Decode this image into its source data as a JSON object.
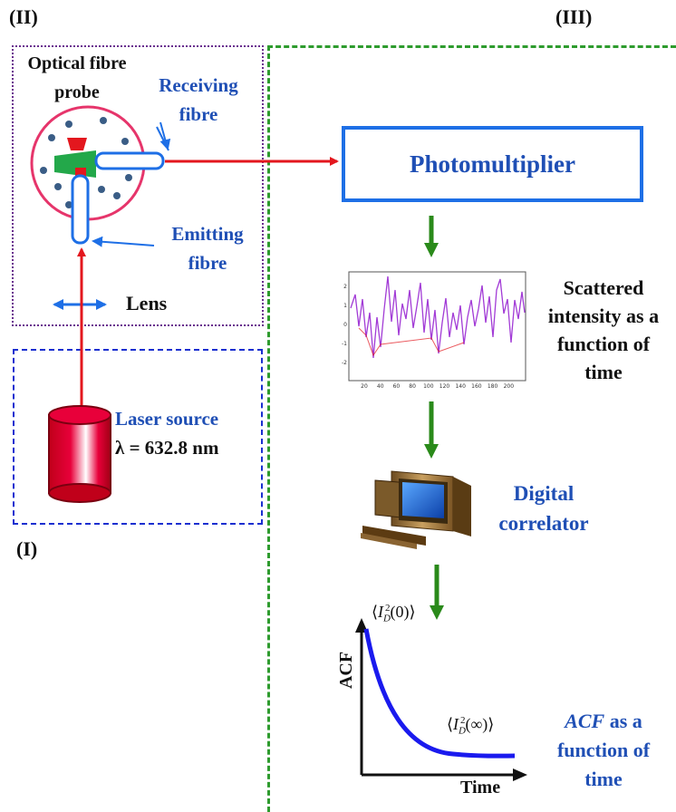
{
  "labels": {
    "section_ii": "(II)",
    "section_iii": "(III)",
    "section_i": "(I)",
    "probe_title_1": "Optical fibre",
    "probe_title_2": "probe",
    "receiving_1": "Receiving",
    "receiving_2": "fibre",
    "emitting_1": "Emitting",
    "emitting_2": "fibre",
    "lens": "Lens",
    "laser_1": "Laser source",
    "laser_2": "λ = 632.8 nm",
    "photomultiplier": "Photomultiplier",
    "scattered_1": "Scattered",
    "scattered_2": "intensity as a",
    "scattered_3": "function of",
    "scattered_4": "time",
    "digital_1": "Digital",
    "digital_2": "correlator",
    "acf_axis": "ACF",
    "time_axis": "Time",
    "acf_caption_1a": "ACF",
    "acf_caption_1b": " as a",
    "acf_caption_2": "function of",
    "acf_caption_3": "time",
    "formula_top": "I_D^2(0)",
    "formula_bottom": "I_D^2(∞)"
  },
  "colors": {
    "arrow_red": "#e3171e",
    "arrow_green": "#2a8a1a",
    "blue_text": "#1f4fb5",
    "pm_border": "#1e6fe6",
    "acf_curve": "#1a1aee",
    "probe_circle": "#e6356b"
  },
  "mini_plot": {
    "x_ticks": [
      "20",
      "40",
      "60",
      "80",
      "100",
      "120",
      "140",
      "160",
      "180",
      "200"
    ],
    "y_ticks": [
      "2",
      "1",
      "0",
      "-1",
      "-2"
    ]
  },
  "icons": [
    "laser-cylinder-icon",
    "computer-icon",
    "probe-icon"
  ]
}
